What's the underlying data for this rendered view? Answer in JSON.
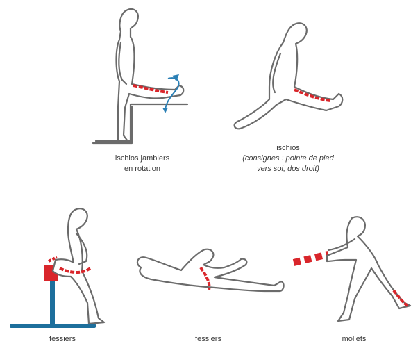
{
  "colors": {
    "muscle": "#d9262b",
    "prop_blue": "#1d6f9c",
    "arrow_blue": "#2a7fb5",
    "outline": "#6b6b6b"
  },
  "exercises": [
    {
      "id": "hamstring-rotation",
      "caption_lines": [
        "ischios jambiers",
        "en rotation"
      ]
    },
    {
      "id": "hamstring",
      "caption_lines": [
        "ischios"
      ],
      "note_lines": [
        "(consignes : pointe de pied",
        "vers soi, dos droit)"
      ]
    },
    {
      "id": "glutes-standing",
      "caption_lines": [
        "fessiers"
      ]
    },
    {
      "id": "glutes-lying",
      "caption_lines": [
        "fessiers"
      ]
    },
    {
      "id": "calves",
      "caption_lines": [
        "mollets"
      ]
    }
  ]
}
